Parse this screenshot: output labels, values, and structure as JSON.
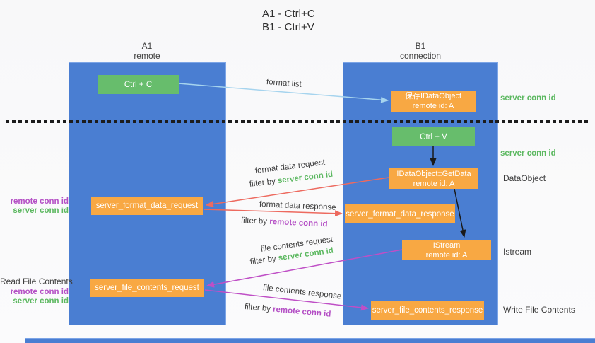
{
  "title": {
    "line1": "A1 - Ctrl+C",
    "line2": "B1 - Ctrl+V"
  },
  "lifelines": {
    "a": {
      "id": "A1",
      "role": "remote"
    },
    "b": {
      "id": "B1",
      "role": "connection"
    }
  },
  "nodes": {
    "ctrl_c": {
      "label": "Ctrl + C"
    },
    "ctrl_v": {
      "label": "Ctrl + V"
    },
    "save_dataobject": {
      "line1": "保存IDataObject",
      "line2": "remote id: A"
    },
    "getdata": {
      "line1": "IDataObject::GetData",
      "line2": "remote id: A"
    },
    "istream": {
      "line1": "IStream",
      "line2": "remote id: A"
    },
    "format_data_request": {
      "label": "server_format_data_request"
    },
    "format_data_response": {
      "label": "server_format_data_response"
    },
    "file_contents_request": {
      "label": "server_file_contents_request"
    },
    "file_contents_response": {
      "label": "server_file_contents_response"
    }
  },
  "arrow_labels": {
    "format_list": "format list",
    "format_data_request": "format data request",
    "format_data_request_filter_prefix": "filter by ",
    "format_data_request_filter_key": "server conn id",
    "format_data_response": "format data response",
    "format_data_response_filter_prefix": "filter by ",
    "format_data_response_filter_key": "remote conn id",
    "file_contents_request": "file contents request",
    "file_contents_request_filter_prefix": "filter by ",
    "file_contents_request_filter_key": "server conn id",
    "file_contents_response": "file contents response",
    "file_contents_response_filter_prefix": "filter by ",
    "file_contents_response_filter_key": "remote conn id"
  },
  "side_labels": {
    "right_server_conn_id_top": "server conn id",
    "right_server_conn_id_mid": "server conn id",
    "right_dataobject": "DataObject",
    "right_istream": "Istream",
    "right_write_file_contents": "Write File Contents",
    "left_remote_conn_id_top": "remote conn id",
    "left_server_conn_id_top": "server conn id",
    "left_read_file_contents": "Read File Contents",
    "left_remote_conn_id_bottom": "remote conn id",
    "left_server_conn_id_bottom": "server conn id"
  },
  "colors": {
    "column_blue": "#4a7ed2",
    "node_green": "#67bd6c",
    "node_orange": "#f8a843",
    "arrow_lightblue": "#a6d4ee",
    "arrow_red": "#ed6a5f",
    "arrow_magenta": "#bf4fc6",
    "arrow_black": "#1a1a1a",
    "label_green": "#5cb860",
    "label_purple": "#b44fc5",
    "text_dark": "#3d3d3d"
  }
}
